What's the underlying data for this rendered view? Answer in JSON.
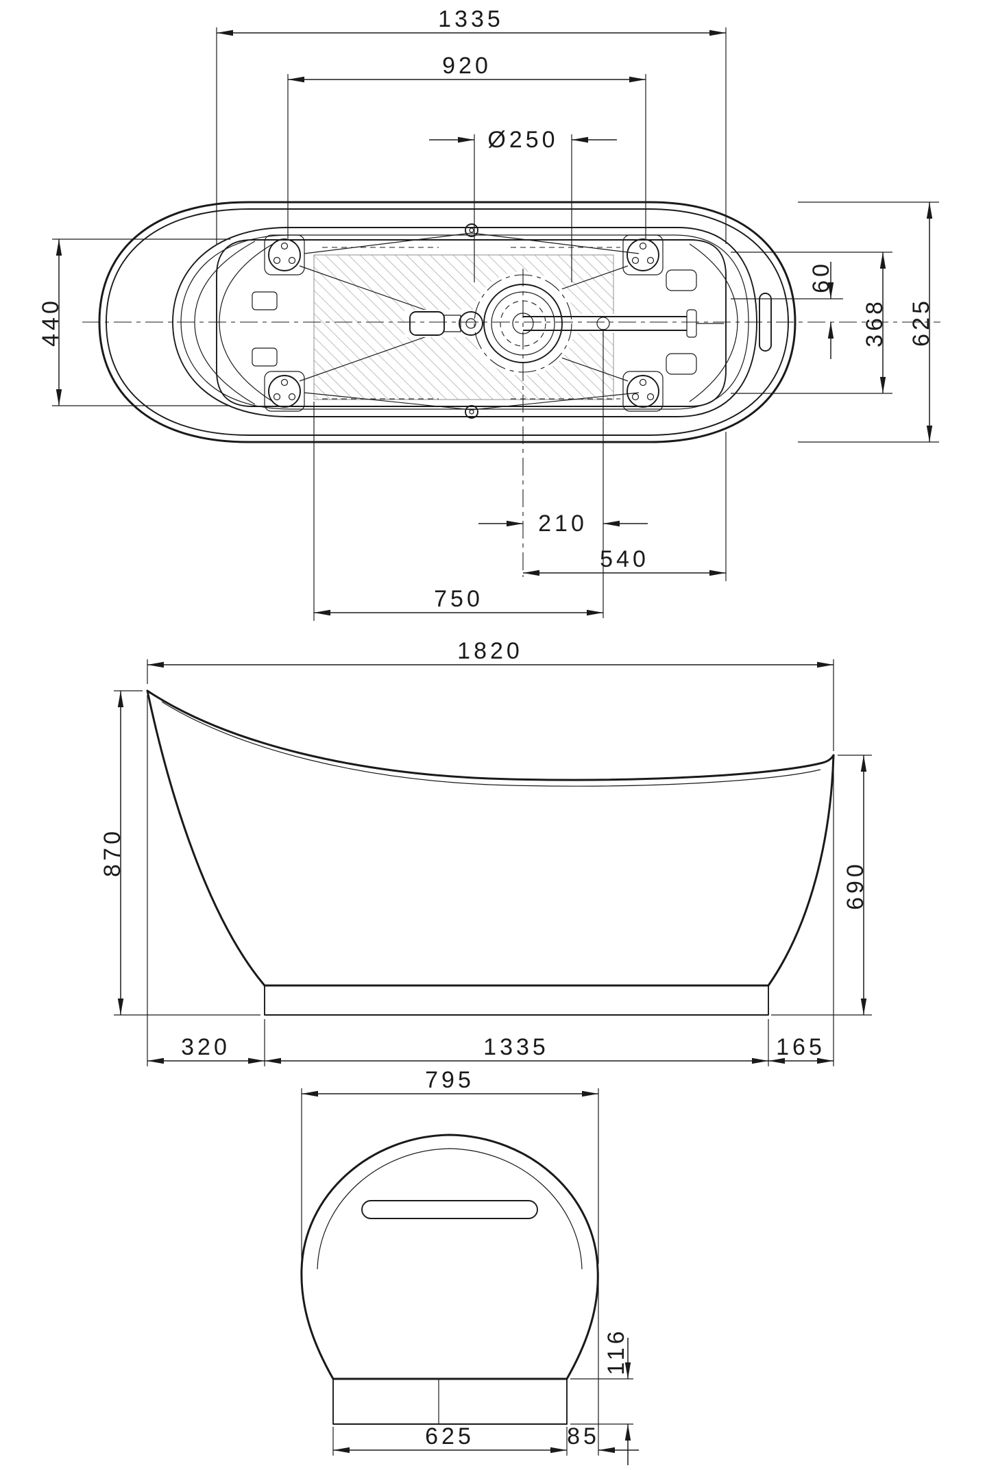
{
  "plan_view": {
    "dims": {
      "frame_length": "1335",
      "rail_span": "920",
      "drain_diameter": "Ø250",
      "frame_width": "440",
      "offset_60": "60",
      "inner_span": "368",
      "overall_width": "625",
      "dim_210": "210",
      "dim_540": "540",
      "dim_750": "750"
    }
  },
  "side_view": {
    "dims": {
      "overall_length": "1820",
      "back_height": "870",
      "front_height": "690",
      "back_overhang": "320",
      "plinth_length": "1335",
      "front_overhang": "165"
    }
  },
  "end_view": {
    "dims": {
      "overall_width": "795",
      "plinth_height": "116",
      "plinth_width": "625",
      "side_overhang": "85"
    }
  }
}
